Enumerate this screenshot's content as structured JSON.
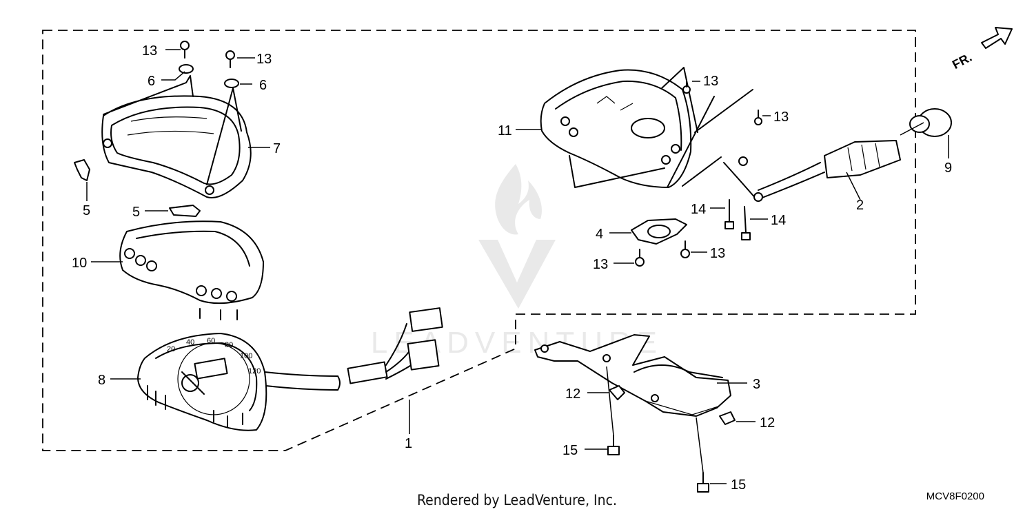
{
  "callouts": {
    "c13a": "13",
    "c13b": "13",
    "c6a": "6",
    "c6b": "6",
    "c7": "7",
    "c5a": "5",
    "c5b": "5",
    "c10": "10",
    "c8": "8",
    "c1": "1",
    "c11": "11",
    "c13c": "13",
    "c13d": "13",
    "c9": "9",
    "c2": "2",
    "c14a": "14",
    "c14b": "14",
    "c4": "4",
    "c13e": "13",
    "c13f": "13",
    "c3": "3",
    "c12a": "12",
    "c12b": "12",
    "c15a": "15",
    "c15b": "15"
  },
  "direction_label": "FR.",
  "watermark_text": "LEADVENTURE",
  "footer": {
    "credit": "Rendered by LeadVenture, Inc.",
    "diagram_code": "MCV8F0200"
  }
}
